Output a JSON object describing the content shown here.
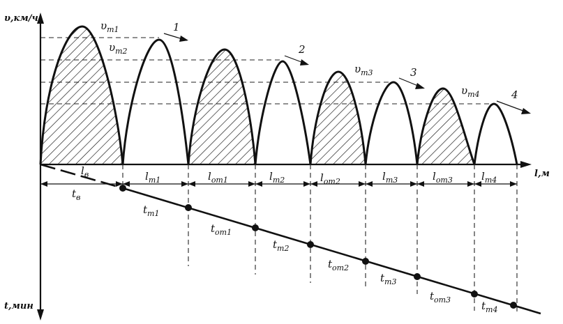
{
  "axes": {
    "y_label": "υ,км/ч",
    "x_label": "l,м",
    "t_label": "t,мин"
  },
  "speed_labels": [
    {
      "main": "υ",
      "sub": "т1"
    },
    {
      "main": "υ",
      "sub": "т2"
    },
    {
      "main": "υ",
      "sub": "т3"
    },
    {
      "main": "υ",
      "sub": "т4"
    }
  ],
  "train_numbers": [
    "1",
    "2",
    "3",
    "4"
  ],
  "distance_labels": [
    {
      "main": "l",
      "sub": "в"
    },
    {
      "main": "l",
      "sub": "т1"
    },
    {
      "main": "l",
      "sub": "от1"
    },
    {
      "main": "l",
      "sub": "т2"
    },
    {
      "main": "l",
      "sub": "от2"
    },
    {
      "main": "l",
      "sub": "т3"
    },
    {
      "main": "l",
      "sub": "от3"
    },
    {
      "main": "l",
      "sub": "т4"
    }
  ],
  "time_labels": [
    {
      "main": "t",
      "sub": "в"
    },
    {
      "main": "t",
      "sub": "т1"
    },
    {
      "main": "t",
      "sub": "от1"
    },
    {
      "main": "t",
      "sub": "т2"
    },
    {
      "main": "t",
      "sub": "от2"
    },
    {
      "main": "t",
      "sub": "т3"
    },
    {
      "main": "t",
      "sub": "от3"
    },
    {
      "main": "t",
      "sub": "т4"
    }
  ],
  "colors": {
    "ink": "#111111",
    "background": "#ffffff"
  }
}
